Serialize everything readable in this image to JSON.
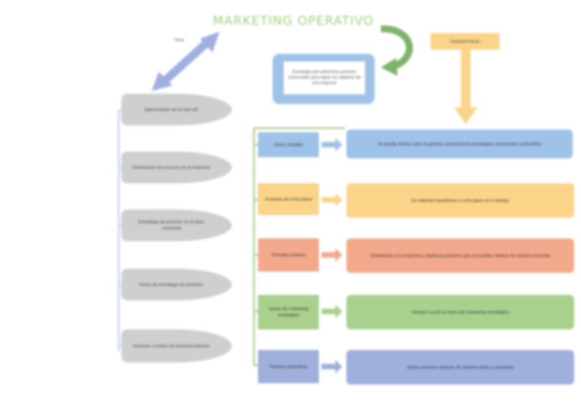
{
  "title": "MARKETING OPERATIVO",
  "arrow_label": "Tiene",
  "note": "Estrategia que determina acciones comerciales para lograr los objetivos de una empresa",
  "tag": "Características",
  "left_items": [
    "Optimización de la vida útil",
    "Distribución de recursos de la empresa",
    "Estrategia de posición en el área comercial",
    "Fases de estrategia de producto",
    "Acciones a través de acciones básicas"
  ],
  "rows": [
    {
      "label": "Vision rentable",
      "text": "Se puede definir como la gestión comercial de estrategias comerciales sostenibles",
      "color_cat": "#9fc2e8",
      "color_desc": "#9fc2e8",
      "arrow": "#9fc2e8"
    },
    {
      "label": "Acciones de corto plazo",
      "text": "Se obtienen beneficios a corto plazo en el tiempo",
      "color_cat": "#fbd489",
      "color_desc": "#fbd489",
      "arrow": "#fbd489"
    },
    {
      "label": "Principio práctico",
      "text": "Orientación a la empresa y objetivos prácticos que se pueden realizar de manera concreta",
      "color_cat": "#f3a98c",
      "color_desc": "#f3a98c",
      "arrow": "#f3a98c"
    },
    {
      "label": "Apoyo de marketing estratégico",
      "text": "Siempre va de la mano del marketing estratégico",
      "color_cat": "#a9d18e",
      "color_desc": "#a9d18e",
      "arrow": "#a9d18e"
    },
    {
      "label": "Tácticas operativas",
      "text": "Aplica acciones tácticas de manera eficaz y operativa",
      "color_cat": "#9fb0dd",
      "color_desc": "#9fb0dd",
      "arrow": "#9fb0dd"
    }
  ],
  "colors": {
    "title": "#9fcf7a",
    "double_arrow": "#9fb0e0",
    "curved_arrow": "#7fb26a",
    "down_arrow": "#fbd489",
    "connector_left": "#c9d9f0",
    "connector_right": "#a9d18e"
  }
}
